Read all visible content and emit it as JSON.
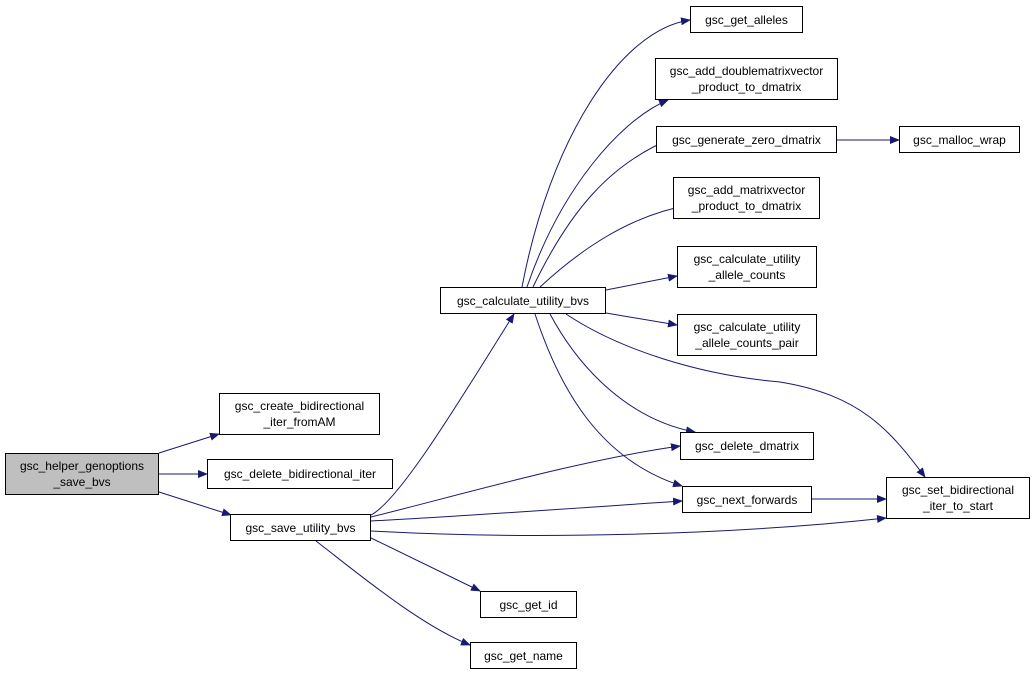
{
  "colors": {
    "edge": "#191970",
    "root_fill": "#bfbfbf",
    "node_fill": "#ffffff",
    "border": "#000000"
  },
  "nodes": {
    "root": {
      "line1": "gsc_helper_genoptions",
      "line2": "_save_bvs"
    },
    "create_bidir": {
      "line1": "gsc_create_bidirectional",
      "line2": "_iter_fromAM"
    },
    "delete_bidir": {
      "line1": "gsc_delete_bidirectional_iter"
    },
    "save_utility": {
      "line1": "gsc_save_utility_bvs"
    },
    "calc_utility": {
      "line1": "gsc_calculate_utility_bvs"
    },
    "get_alleles": {
      "line1": "gsc_get_alleles"
    },
    "add_dmv": {
      "line1": "gsc_add_doublematrixvector",
      "line2": "_product_to_dmatrix"
    },
    "gen_zero": {
      "line1": "gsc_generate_zero_dmatrix"
    },
    "malloc_wrap": {
      "line1": "gsc_malloc_wrap"
    },
    "add_mv": {
      "line1": "gsc_add_matrixvector",
      "line2": "_product_to_dmatrix"
    },
    "calc_ac": {
      "line1": "gsc_calculate_utility",
      "line2": "_allele_counts"
    },
    "calc_acp": {
      "line1": "gsc_calculate_utility",
      "line2": "_allele_counts_pair"
    },
    "delete_dm": {
      "line1": "gsc_delete_dmatrix"
    },
    "next_fwd": {
      "line1": "gsc_next_forwards"
    },
    "set_bidir": {
      "line1": "gsc_set_bidirectional",
      "line2": "_iter_to_start"
    },
    "get_id": {
      "line1": "gsc_get_id"
    },
    "get_name": {
      "line1": "gsc_get_name"
    }
  },
  "edges": [
    {
      "from": "root",
      "to": "create_bidir"
    },
    {
      "from": "root",
      "to": "delete_bidir"
    },
    {
      "from": "root",
      "to": "save_utility"
    },
    {
      "from": "save_utility",
      "to": "calc_utility"
    },
    {
      "from": "save_utility",
      "to": "delete_dm"
    },
    {
      "from": "save_utility",
      "to": "next_fwd"
    },
    {
      "from": "save_utility",
      "to": "set_bidir"
    },
    {
      "from": "save_utility",
      "to": "get_id"
    },
    {
      "from": "save_utility",
      "to": "get_name"
    },
    {
      "from": "calc_utility",
      "to": "get_alleles"
    },
    {
      "from": "calc_utility",
      "to": "add_dmv"
    },
    {
      "from": "calc_utility",
      "to": "gen_zero"
    },
    {
      "from": "calc_utility",
      "to": "add_mv"
    },
    {
      "from": "calc_utility",
      "to": "calc_ac"
    },
    {
      "from": "calc_utility",
      "to": "calc_acp"
    },
    {
      "from": "calc_utility",
      "to": "delete_dm"
    },
    {
      "from": "calc_utility",
      "to": "next_fwd"
    },
    {
      "from": "calc_utility",
      "to": "set_bidir"
    },
    {
      "from": "gen_zero",
      "to": "malloc_wrap"
    },
    {
      "from": "next_fwd",
      "to": "set_bidir"
    }
  ]
}
